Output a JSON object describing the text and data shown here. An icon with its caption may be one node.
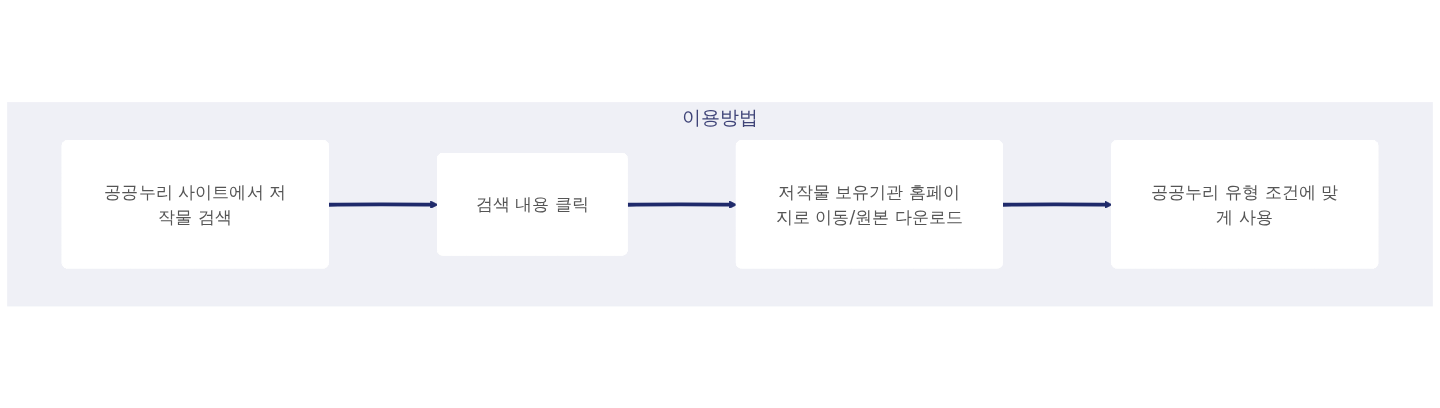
{
  "diagram": {
    "nodes": [
      {
        "text": [
          "이용방법"
        ]
      },
      {
        "text": [
          "공공누리 사이트에서 저작물 검색"
        ],
        "in": 0
      },
      {
        "text": [
          "검색 내용 클릭"
        ],
        "in": 0
      },
      {
        "text": [
          "저작물 보유기관 홈페이지로 이동/원본 다운로드"
        ],
        "in": 0
      },
      {
        "text": [
          "공공누리 유형 조건에 맞게 사용"
        ],
        "in": 0
      }
    ],
    "edges": [
      {
        "from": 1,
        "to": 2,
        "arrow": "to"
      },
      {
        "from": 2,
        "to": 3,
        "arrow": "to"
      },
      {
        "from": 3,
        "to": 4,
        "arrow": "to"
      }
    ]
  }
}
